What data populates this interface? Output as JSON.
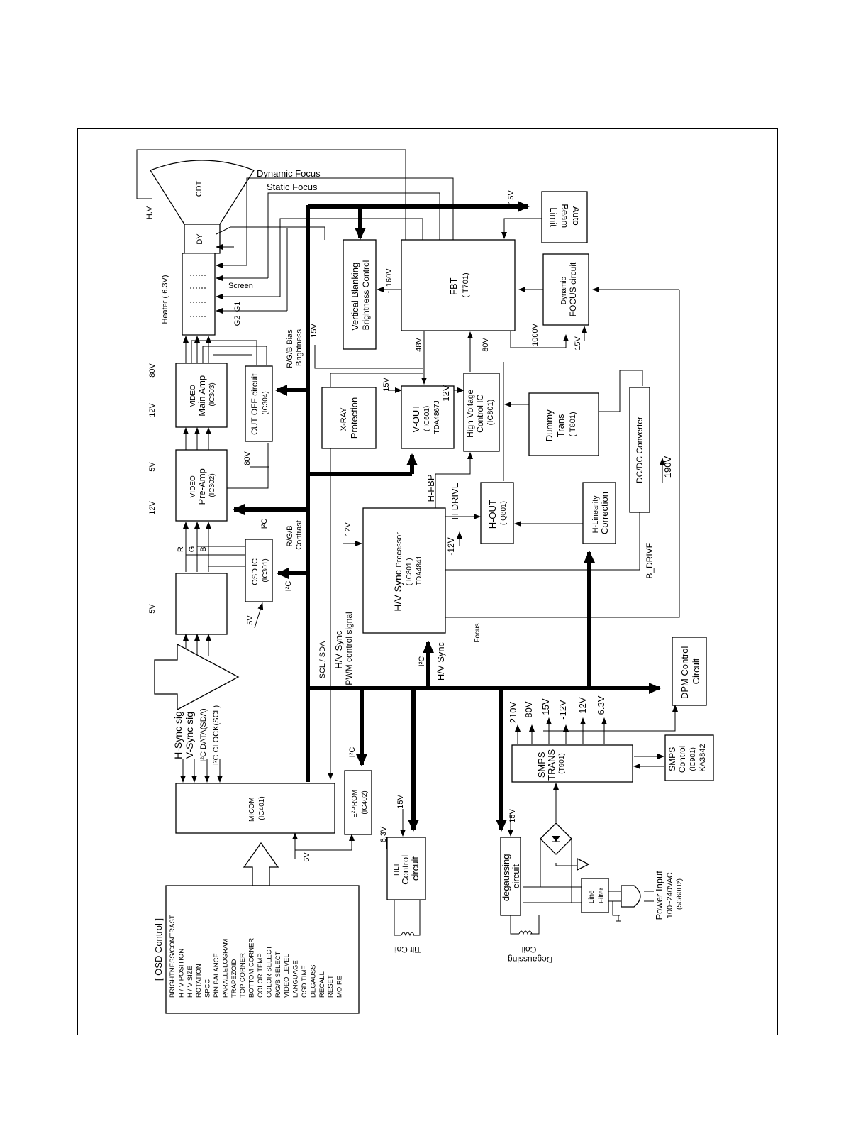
{
  "blocks": {
    "cdt": "CDT",
    "dy": "DY",
    "heater": "Heater ( 6.3V)",
    "hv": "H.V",
    "screen": "Screen",
    "g1": "G1",
    "g2": "G2",
    "dynamic_focus": "Dynamic Focus",
    "static_focus": "Static Focus",
    "auto_beam": [
      "Auto",
      "Beam",
      "Limit"
    ],
    "vblank": [
      "Vertical Blanking",
      "Brightness Control"
    ],
    "fbt": [
      "FBT",
      "( T701)"
    ],
    "dyn_focus_circuit": [
      "Dynamic",
      "FOCUS circuit"
    ],
    "main_amp": [
      "VIDEO",
      "Main Amp",
      "(IC303)"
    ],
    "cutoff": [
      "CUT OFF circuit",
      "(IC304)"
    ],
    "pre_amp": [
      "VIDEO",
      "Pre-Amp",
      "(IC302)"
    ],
    "osd_ic": [
      "OSD IC",
      "(IC301)"
    ],
    "xray": [
      "X-RAY",
      "Protection"
    ],
    "vout": [
      "V-OUT",
      "( IC601)",
      "TDA4867J"
    ],
    "hv_control": [
      "High Voltage",
      "Control IC",
      "(IC801)"
    ],
    "dummy_trans": [
      "Dummy",
      "Trans",
      "( T801)"
    ],
    "dcdc": "DC/DC Converter",
    "hout": [
      "H-OUT",
      "( Q801)"
    ],
    "hlin": [
      "H-Linearity",
      "Correction"
    ],
    "hv_sync": [
      "H/V Sync",
      "Processor",
      "( IC801 )",
      "TDA4841"
    ],
    "dpm": [
      "DPM Control",
      "Circuit"
    ],
    "smps_trans": [
      "SMPS",
      "TRANS",
      "(T901)"
    ],
    "smps_control": [
      "SMPS",
      "Control",
      "(IC901)",
      "KA3842"
    ],
    "micom": [
      "MICOM",
      "(IC401)"
    ],
    "eeprom": [
      "E²PROM",
      "(IC402)"
    ],
    "tilt": [
      "TILT",
      "Control",
      "circuit"
    ],
    "degauss": [
      "degaussing",
      "circuit"
    ],
    "line_filter": [
      "Line",
      "Filter"
    ],
    "power_input": [
      "Power Input",
      "100~240VAC",
      "(50/60Hz)"
    ],
    "tilt_coil": "Tilt Coil",
    "degauss_coil": [
      "Degaussing",
      "Coil"
    ]
  },
  "labels": {
    "v15": "15V",
    "v12": "12V",
    "v80": "80V",
    "v5": "5V",
    "v48": "48V",
    "v160": "~ 160V",
    "v1000": "1000V",
    "v190": "190V",
    "vm12": "-12V",
    "v63": "6.3V",
    "v210": "210V",
    "rgb_bias": [
      "R/G/B Bias",
      "Brightness"
    ],
    "rgb_contrast": [
      "R/G/B",
      "Contrast"
    ],
    "i2c": "I²C",
    "r": "R",
    "g": "G",
    "b": "B",
    "hfbp": "H-FBP",
    "hdrive": "H DRIVE",
    "bdrive": "B_DRIVE",
    "focus": "Focus",
    "scl_sda": "SCL / SDA",
    "hv_sync_sig": "H/V Sync",
    "pwm_sig": "PWM control signal",
    "hv_sync2": "H/V Sync",
    "hsync_sig": "H-Sync sig",
    "vsync_sig": "V-Sync sig",
    "i2c_data": "I²C DATA(SDA)",
    "i2c_clock": "I²C CLOCK(SCL)"
  },
  "smps_outputs": [
    "210V",
    "80V",
    "15V",
    "-12V",
    "12V",
    "6.3V"
  ],
  "osd_control": {
    "title": "[ OSD Control ]",
    "items": [
      "BRIGHTNESS/CONTRAST",
      "H / V POSITION",
      "H / V SIZE",
      "ROTATION",
      "SPCC",
      "PIN BALANCE",
      "PARALLELOGRAM",
      "TRAPEZOID",
      "TOP CORNER",
      "BOTTOM CORNER",
      "COLOR TEMP",
      "COLOR SELECT",
      "R/G/B SELECT",
      "VIDEO LEVEL",
      "LANGUAGE",
      "OSD TIME",
      "DEGAUSS",
      "RECALL",
      "RESET",
      "MOIRE"
    ]
  }
}
